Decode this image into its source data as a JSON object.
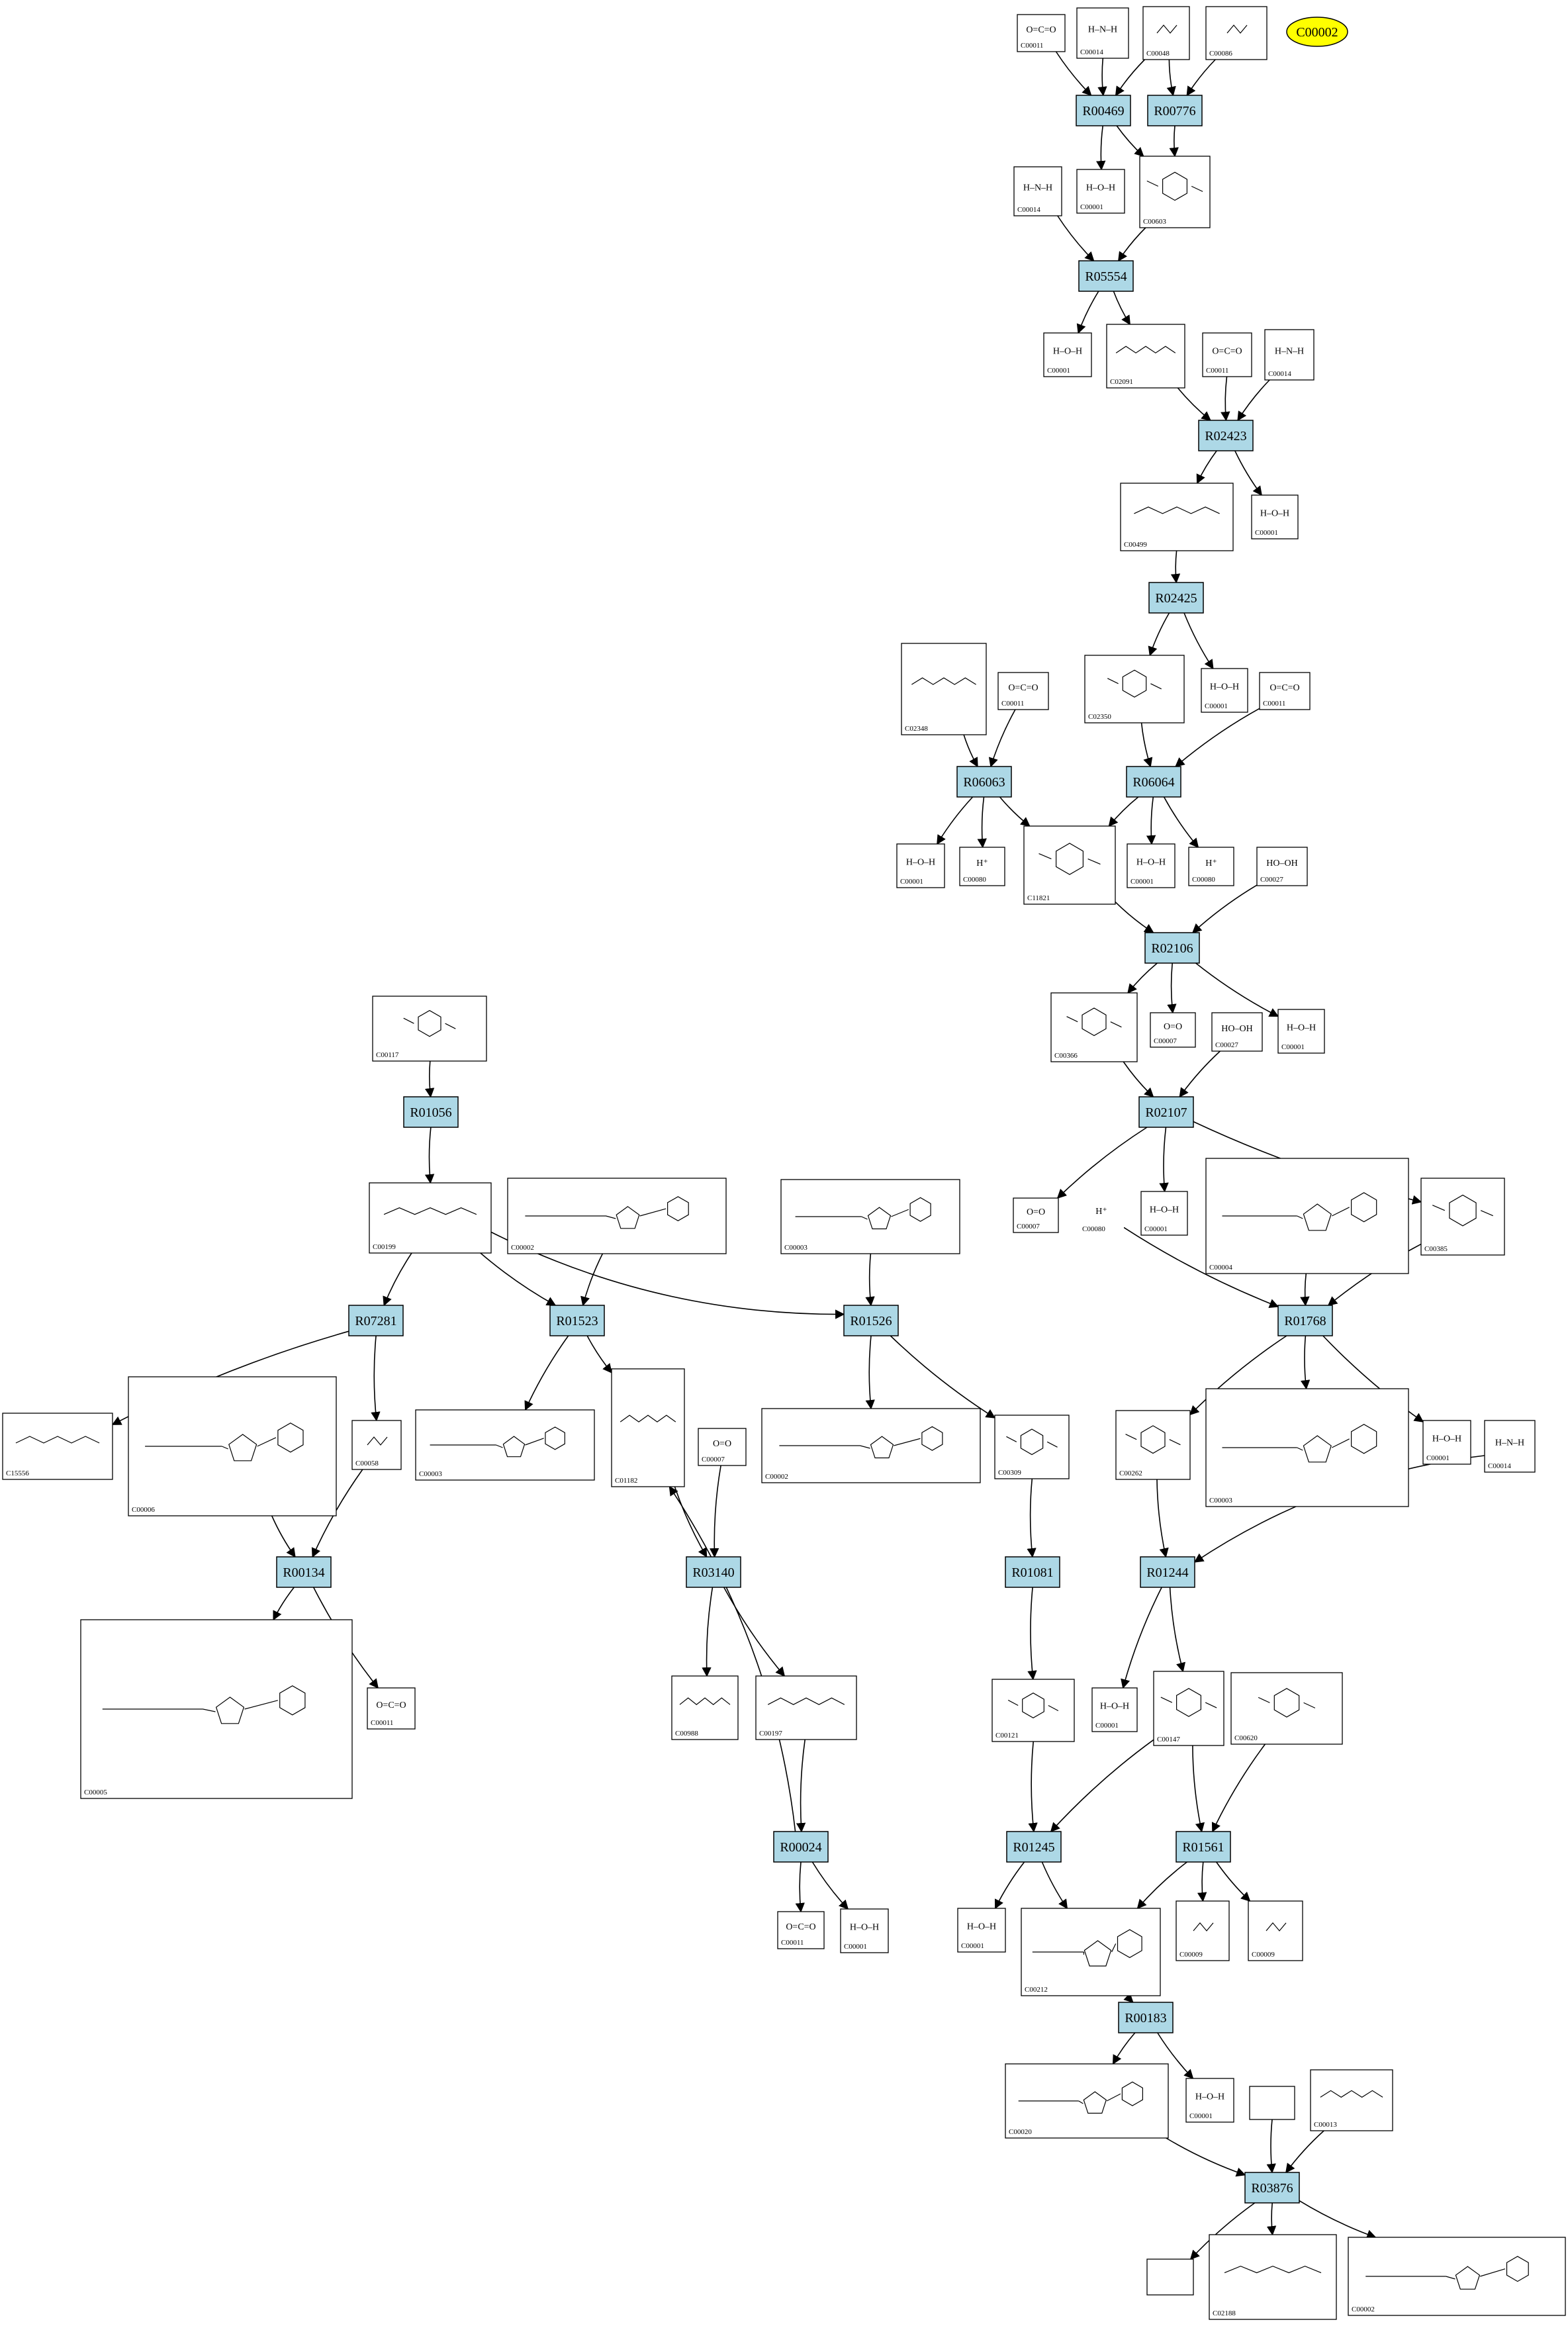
{
  "highlight": {
    "label": "C00002",
    "fill": "#ffff00"
  },
  "colors": {
    "reaction_fill": "#add8e6",
    "edge": "#000000",
    "compound_stroke": "#000000"
  },
  "reactions": [
    {
      "id": "R00469",
      "label": "R00469"
    },
    {
      "id": "R00776",
      "label": "R00776"
    },
    {
      "id": "R05554",
      "label": "R05554"
    },
    {
      "id": "R02423",
      "label": "R02423"
    },
    {
      "id": "R02425",
      "label": "R02425"
    },
    {
      "id": "R06063",
      "label": "R06063"
    },
    {
      "id": "R06064",
      "label": "R06064"
    },
    {
      "id": "R02106",
      "label": "R02106"
    },
    {
      "id": "R02107",
      "label": "R02107"
    },
    {
      "id": "R01056",
      "label": "R01056"
    },
    {
      "id": "R07281",
      "label": "R07281"
    },
    {
      "id": "R01523",
      "label": "R01523"
    },
    {
      "id": "R01526",
      "label": "R01526"
    },
    {
      "id": "R01768",
      "label": "R01768"
    },
    {
      "id": "R00134",
      "label": "R00134"
    },
    {
      "id": "R03140",
      "label": "R03140"
    },
    {
      "id": "R01081",
      "label": "R01081"
    },
    {
      "id": "R01244",
      "label": "R01244"
    },
    {
      "id": "R00024",
      "label": "R00024"
    },
    {
      "id": "R01245",
      "label": "R01245"
    },
    {
      "id": "R01561",
      "label": "R01561"
    },
    {
      "id": "R00183",
      "label": "R00183"
    },
    {
      "id": "R03876",
      "label": "R03876"
    }
  ],
  "compounds": [
    {
      "id": "n1",
      "label": "C00011",
      "formula": "O=C=O",
      "structure": "small"
    },
    {
      "id": "n2",
      "label": "C00014",
      "formula": "H–N–H",
      "structure": "small"
    },
    {
      "id": "n3",
      "label": "C00048",
      "formula": "",
      "structure": "small"
    },
    {
      "id": "n4",
      "label": "C00086",
      "formula": "",
      "structure": "small"
    },
    {
      "id": "n5",
      "label": "C00014",
      "formula": "H–N–H",
      "structure": "small"
    },
    {
      "id": "n6",
      "label": "C00001",
      "formula": "H–O–H",
      "structure": "small"
    },
    {
      "id": "n7",
      "label": "C00603",
      "formula": "",
      "structure": "ring"
    },
    {
      "id": "n8",
      "label": "C00001",
      "formula": "H–O–H",
      "structure": "small"
    },
    {
      "id": "n9",
      "label": "C02091",
      "formula": "",
      "structure": "chain"
    },
    {
      "id": "n10",
      "label": "C00011",
      "formula": "O=C=O",
      "structure": "small"
    },
    {
      "id": "n11",
      "label": "C00014",
      "formula": "H–N–H",
      "structure": "small"
    },
    {
      "id": "n12",
      "label": "C00499",
      "formula": "",
      "structure": "chain"
    },
    {
      "id": "n13",
      "label": "C00001",
      "formula": "H–O–H",
      "structure": "small"
    },
    {
      "id": "n14",
      "label": "C02350",
      "formula": "",
      "structure": "ring"
    },
    {
      "id": "n15",
      "label": "C00001",
      "formula": "H–O–H",
      "structure": "small"
    },
    {
      "id": "n16",
      "label": "C00011",
      "formula": "O=C=O",
      "structure": "small"
    },
    {
      "id": "n17",
      "label": "C02348",
      "formula": "",
      "structure": "chain"
    },
    {
      "id": "n18",
      "label": "C00011",
      "formula": "O=C=O",
      "structure": "small"
    },
    {
      "id": "n19",
      "label": "C00001",
      "formula": "H–O–H",
      "structure": "small"
    },
    {
      "id": "n20",
      "label": "C00080",
      "formula": "H⁺",
      "structure": "small"
    },
    {
      "id": "n21",
      "label": "C11821",
      "formula": "",
      "structure": "ring"
    },
    {
      "id": "n22",
      "label": "C00001",
      "formula": "H–O–H",
      "structure": "small"
    },
    {
      "id": "n23",
      "label": "C00080",
      "formula": "H⁺",
      "structure": "small"
    },
    {
      "id": "n24",
      "label": "C00027",
      "formula": "HO–OH",
      "structure": "small"
    },
    {
      "id": "n25",
      "label": "C00366",
      "formula": "",
      "structure": "ring"
    },
    {
      "id": "n26",
      "label": "C00007",
      "formula": "O=O",
      "structure": "small"
    },
    {
      "id": "n27",
      "label": "C00027",
      "formula": "HO–OH",
      "structure": "small"
    },
    {
      "id": "n28",
      "label": "C00001",
      "formula": "H–O–H",
      "structure": "small"
    },
    {
      "id": "n29",
      "label": "C00117",
      "formula": "",
      "structure": "ring"
    },
    {
      "id": "n30",
      "label": "C00007",
      "formula": "O=O",
      "structure": "small"
    },
    {
      "id": "n31",
      "label": "C00001",
      "formula": "H–O–H",
      "structure": "small"
    },
    {
      "id": "n32",
      "label": "C00080",
      "formula": "H⁺",
      "structure": "none"
    },
    {
      "id": "n33",
      "label": "C00004",
      "formula": "",
      "structure": "large"
    },
    {
      "id": "n34",
      "label": "C00385",
      "formula": "",
      "structure": "ring"
    },
    {
      "id": "n35",
      "label": "C00199",
      "formula": "",
      "structure": "chain"
    },
    {
      "id": "n36",
      "label": "C00002",
      "formula": "",
      "structure": "large"
    },
    {
      "id": "n37",
      "label": "C00003",
      "formula": "",
      "structure": "large"
    },
    {
      "id": "n38",
      "label": "C15556",
      "formula": "",
      "structure": "chain"
    },
    {
      "id": "n39",
      "label": "C00006",
      "formula": "",
      "structure": "large"
    },
    {
      "id": "n40",
      "label": "C00058",
      "formula": "",
      "structure": "small"
    },
    {
      "id": "n41",
      "label": "C00003",
      "formula": "",
      "structure": "large"
    },
    {
      "id": "n42",
      "label": "C01182",
      "formula": "",
      "structure": "chain"
    },
    {
      "id": "n43",
      "label": "C00007",
      "formula": "O=O",
      "structure": "small"
    },
    {
      "id": "n44",
      "label": "C00002",
      "formula": "",
      "structure": "large"
    },
    {
      "id": "n45",
      "label": "C00309",
      "formula": "",
      "structure": "ring"
    },
    {
      "id": "n46",
      "label": "C00262",
      "formula": "",
      "structure": "ring"
    },
    {
      "id": "n47",
      "label": "C00003",
      "formula": "",
      "structure": "large"
    },
    {
      "id": "n48",
      "label": "C00001",
      "formula": "H–O–H",
      "structure": "small"
    },
    {
      "id": "n49",
      "label": "C00014",
      "formula": "H–N–H",
      "structure": "small"
    },
    {
      "id": "n50",
      "label": "C00005",
      "formula": "",
      "structure": "large"
    },
    {
      "id": "n51",
      "label": "C00011",
      "formula": "O=C=O",
      "structure": "small"
    },
    {
      "id": "n52",
      "label": "C00988",
      "formula": "",
      "structure": "chain"
    },
    {
      "id": "n53",
      "label": "C00197",
      "formula": "",
      "structure": "chain"
    },
    {
      "id": "n54",
      "label": "C00121",
      "formula": "",
      "structure": "ring"
    },
    {
      "id": "n55",
      "label": "C00001",
      "formula": "H–O–H",
      "structure": "small"
    },
    {
      "id": "n56",
      "label": "C00147",
      "formula": "",
      "structure": "ring"
    },
    {
      "id": "n57",
      "label": "C00620",
      "formula": "",
      "structure": "ring"
    },
    {
      "id": "n58",
      "label": "C00011",
      "formula": "O=C=O",
      "structure": "small"
    },
    {
      "id": "n59",
      "label": "C00001",
      "formula": "H–O–H",
      "structure": "small"
    },
    {
      "id": "n60",
      "label": "C00001",
      "formula": "H–O–H",
      "structure": "small"
    },
    {
      "id": "n61",
      "label": "C00212",
      "formula": "",
      "structure": "large"
    },
    {
      "id": "n62",
      "label": "C00009",
      "formula": "",
      "structure": "small"
    },
    {
      "id": "n63",
      "label": "C00009",
      "formula": "",
      "structure": "small"
    },
    {
      "id": "n64",
      "label": "C00020",
      "formula": "",
      "structure": "large"
    },
    {
      "id": "n65",
      "label": "C00001",
      "formula": "H–O–H",
      "structure": "small"
    },
    {
      "id": "n66",
      "label": "",
      "formula": "",
      "structure": "none"
    },
    {
      "id": "n67",
      "label": "C00013",
      "formula": "",
      "structure": "chain"
    },
    {
      "id": "n68",
      "label": "",
      "formula": "",
      "structure": "none"
    },
    {
      "id": "n69",
      "label": "C02188",
      "formula": "",
      "structure": "chain"
    },
    {
      "id": "n70",
      "label": "C00002",
      "formula": "",
      "structure": "large"
    }
  ],
  "edges": [
    [
      "n1",
      "R00469"
    ],
    [
      "n2",
      "R00469"
    ],
    [
      "n3",
      "R00469"
    ],
    [
      "n3",
      "R00776"
    ],
    [
      "n4",
      "R00776"
    ],
    [
      "R00469",
      "n6"
    ],
    [
      "R00469",
      "n7"
    ],
    [
      "R00776",
      "n7"
    ],
    [
      "n5",
      "R05554"
    ],
    [
      "n7",
      "R05554"
    ],
    [
      "R05554",
      "n8"
    ],
    [
      "R05554",
      "n9"
    ],
    [
      "n9",
      "R02423"
    ],
    [
      "n10",
      "R02423"
    ],
    [
      "n11",
      "R02423"
    ],
    [
      "R02423",
      "n12"
    ],
    [
      "R02423",
      "n13"
    ],
    [
      "n12",
      "R02425"
    ],
    [
      "R02425",
      "n14"
    ],
    [
      "R02425",
      "n15"
    ],
    [
      "n17",
      "R06063"
    ],
    [
      "n18",
      "R06063"
    ],
    [
      "n14",
      "R06064"
    ],
    [
      "n16",
      "R06064"
    ],
    [
      "R06063",
      "n19"
    ],
    [
      "R06063",
      "n20"
    ],
    [
      "R06063",
      "n21"
    ],
    [
      "R06064",
      "n21"
    ],
    [
      "R06064",
      "n22"
    ],
    [
      "R06064",
      "n23"
    ],
    [
      "n21",
      "R02106"
    ],
    [
      "n24",
      "R02106"
    ],
    [
      "R02106",
      "n25"
    ],
    [
      "R02106",
      "n26"
    ],
    [
      "R02106",
      "n28"
    ],
    [
      "n25",
      "R02107"
    ],
    [
      "n27",
      "R02107"
    ],
    [
      "R02107",
      "n30"
    ],
    [
      "R02107",
      "n31"
    ],
    [
      "R02107",
      "n34"
    ],
    [
      "n29",
      "R01056"
    ],
    [
      "R01056",
      "n35"
    ],
    [
      "n35",
      "R07281"
    ],
    [
      "n35",
      "R01523"
    ],
    [
      "n35",
      "R01526"
    ],
    [
      "n36",
      "R01523"
    ],
    [
      "n37",
      "R01526"
    ],
    [
      "n32",
      "R01768"
    ],
    [
      "n33",
      "R01768"
    ],
    [
      "n34",
      "R01768"
    ],
    [
      "R07281",
      "n38"
    ],
    [
      "R07281",
      "n40"
    ],
    [
      "R01523",
      "n41"
    ],
    [
      "R01523",
      "n42"
    ],
    [
      "R01526",
      "n44"
    ],
    [
      "R01526",
      "n45"
    ],
    [
      "R01768",
      "n46"
    ],
    [
      "R01768",
      "n47"
    ],
    [
      "R01768",
      "n48"
    ],
    [
      "n39",
      "R00134"
    ],
    [
      "n40",
      "R00134"
    ],
    [
      "R00134",
      "n50"
    ],
    [
      "R00134",
      "n51"
    ],
    [
      "n42",
      "R03140"
    ],
    [
      "n43",
      "R03140"
    ],
    [
      "R03140",
      "n52"
    ],
    [
      "R03140",
      "n53"
    ],
    [
      "n45",
      "R01081"
    ],
    [
      "R01081",
      "n54"
    ],
    [
      "n46",
      "R01244"
    ],
    [
      "n49",
      "R01244"
    ],
    [
      "R01244",
      "n55"
    ],
    [
      "R01244",
      "n56"
    ],
    [
      "n53",
      "R00024"
    ],
    [
      "R00024",
      "n42"
    ],
    [
      "R00024",
      "n58"
    ],
    [
      "R00024",
      "n59"
    ],
    [
      "n54",
      "R01245"
    ],
    [
      "n56",
      "R01245"
    ],
    [
      "n56",
      "R01561"
    ],
    [
      "n57",
      "R01561"
    ],
    [
      "R01245",
      "n60"
    ],
    [
      "R01245",
      "n61"
    ],
    [
      "R01561",
      "n61"
    ],
    [
      "R01561",
      "n62"
    ],
    [
      "R01561",
      "n63"
    ],
    [
      "n61",
      "R00183"
    ],
    [
      "R00183",
      "n64"
    ],
    [
      "R00183",
      "n65"
    ],
    [
      "n64",
      "R03876"
    ],
    [
      "n66",
      "R03876"
    ],
    [
      "n67",
      "R03876"
    ],
    [
      "R03876",
      "n68"
    ],
    [
      "R03876",
      "n69"
    ],
    [
      "R03876",
      "n70"
    ]
  ]
}
